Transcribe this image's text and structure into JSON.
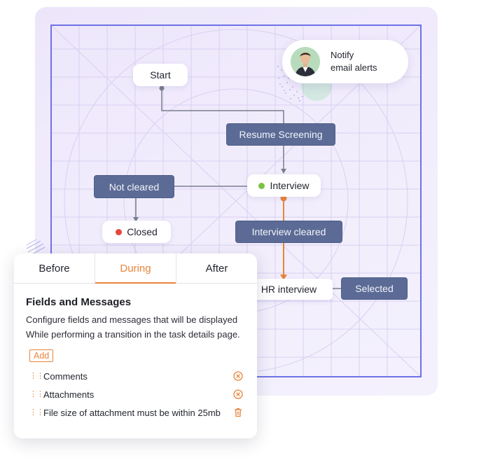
{
  "flow": {
    "start": "Start",
    "resume_screening": "Resume Screening",
    "interview": "Interview",
    "not_cleared": "Not cleared",
    "closed": "Closed",
    "interview_cleared": "Interview cleared",
    "hr_interview": "HR interview",
    "selected": "Selected"
  },
  "notify": {
    "line1": "Notify",
    "line2": "email alerts"
  },
  "panel": {
    "tabs": [
      "Before",
      "During",
      "After"
    ],
    "active_tab": "During",
    "title": "Fields and Messages",
    "desc_line1": "Configure fields and messages that will be displayed",
    "desc_line2": "While performing a transition in the task details page.",
    "add_label": "Add",
    "rows": [
      {
        "label": "Comments",
        "action_icon": "remove-circle-icon"
      },
      {
        "label": "Attachments",
        "action_icon": "remove-circle-icon"
      },
      {
        "label": "File size of attachment must be within 25mb",
        "action_icon": "trash-icon"
      }
    ]
  },
  "colors": {
    "accent": "#e8843a",
    "node_slate": "#5b6b95",
    "frame_blue": "#6e72e6",
    "green_dot": "#7cc242",
    "red_dot": "#e5473b",
    "canvas": "#efe9fc"
  }
}
